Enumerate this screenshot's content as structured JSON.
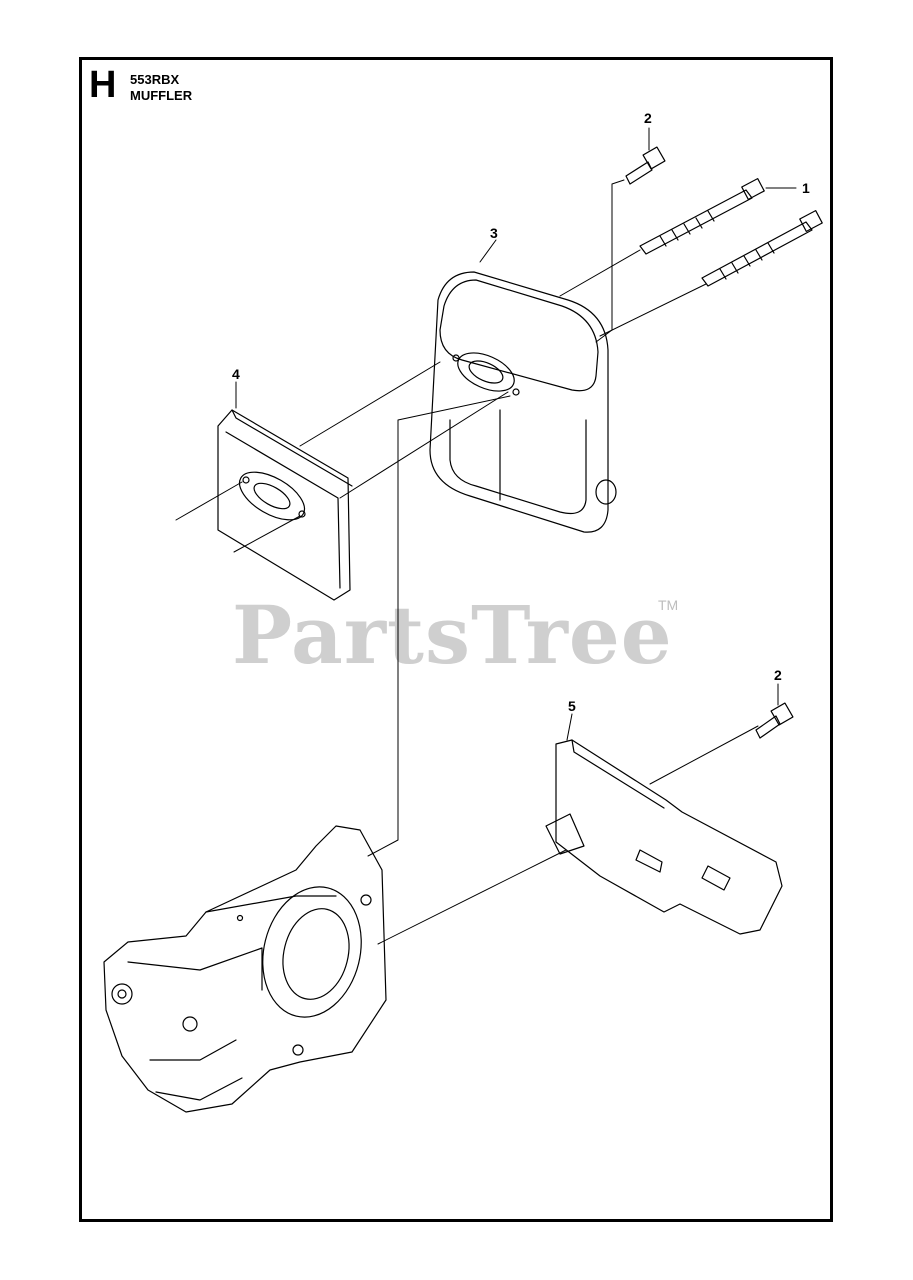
{
  "header": {
    "section": "H",
    "model": "553RBX",
    "title": "MUFFLER"
  },
  "callouts": {
    "c1": "1",
    "c2a": "2",
    "c2b": "2",
    "c3": "3",
    "c4": "4",
    "c5": "5"
  },
  "watermark": {
    "text": "PartsTree",
    "tm": "TM"
  },
  "colors": {
    "line": "#000000",
    "watermark": "#cfcfcf",
    "background": "#ffffff"
  }
}
